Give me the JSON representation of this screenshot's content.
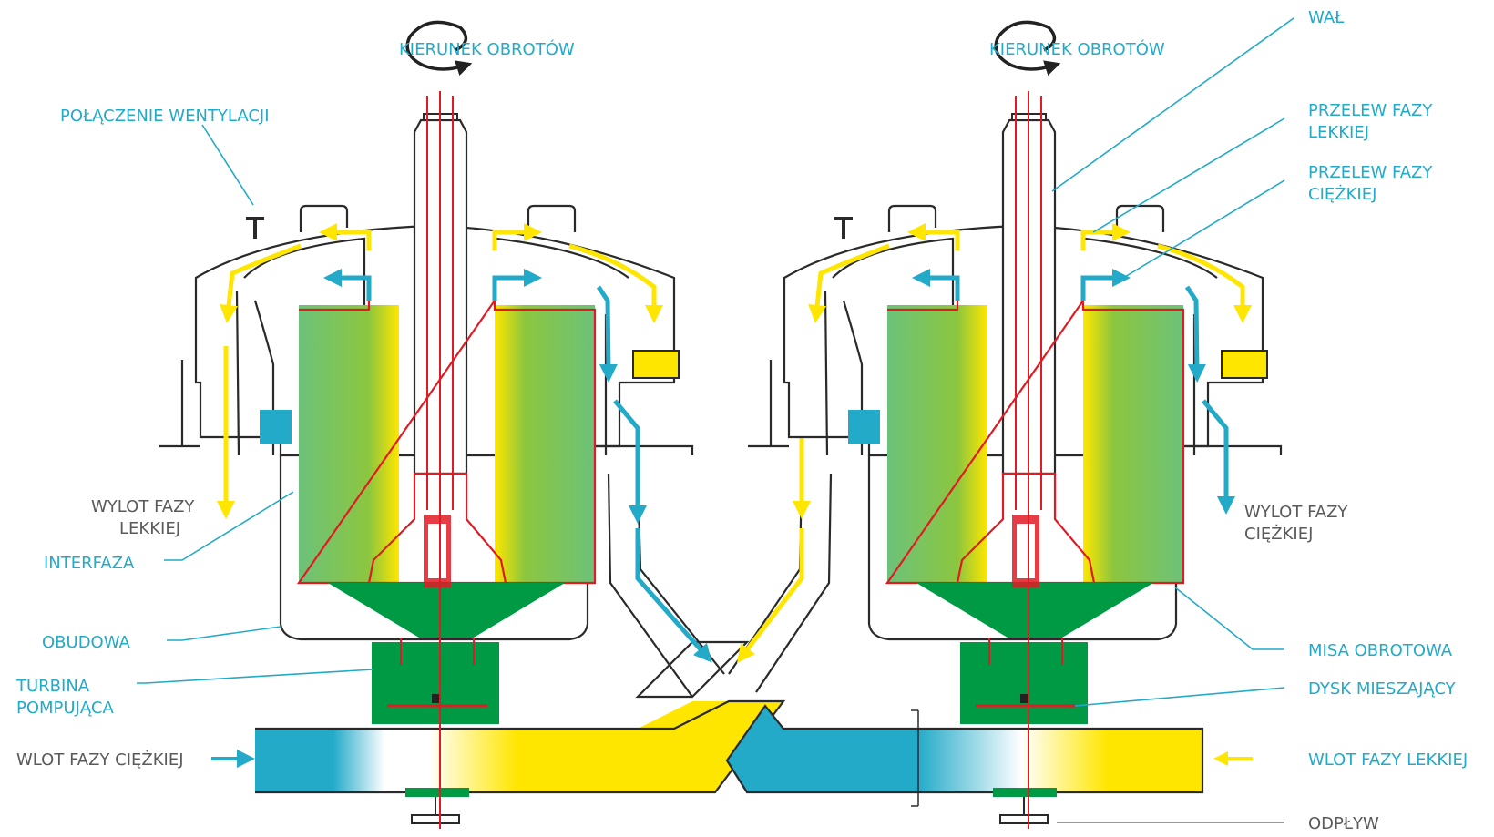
{
  "labels": {
    "rotation_left": "KIERUNEK OBROTÓW",
    "rotation_right": "KIERUNEK OBROTÓW",
    "vent": "POŁĄCZENIE WENTYLACJI",
    "shaft": "WAŁ",
    "light_overflow_l1": "PRZELEW FAZY",
    "light_overflow_l2": "LEKKIEJ",
    "heavy_overflow_l1": "PRZELEW FAZY",
    "heavy_overflow_l2": "CIĘŻKIEJ",
    "light_outlet_l1": "WYLOT FAZY",
    "light_outlet_l2": "LEKKIEJ",
    "heavy_outlet_l1": "WYLOT FAZY",
    "heavy_outlet_l2": "CIĘŻKIEJ",
    "interphase": "INTERFAZA",
    "housing": "OBUDOWA",
    "pump_turbine_l1": "TURBINA",
    "pump_turbine_l2": "POMPUJĄCA",
    "heavy_inlet": "WLOT FAZY CIĘŻKIEJ",
    "light_inlet": "WLOT FAZY LEKKIEJ",
    "rotating_bowl": "MISA OBROTOWA",
    "mixing_disc": "DYSK MIESZAJĄCY",
    "drain": "ODPŁYW"
  },
  "colors": {
    "heavy_phase": "#22aac8",
    "light_phase": "#ffe600",
    "interphase": "#6cc24a",
    "rotor": "#009a44",
    "rotor_outline": "#e01b24",
    "label_blue": "#22aac8",
    "label_grey": "#5a5a5a",
    "structure": "#2a2a2a"
  },
  "icons": {
    "rotation": "rotation-arrow-icon",
    "inlet_arrow": "arrow-right-icon"
  }
}
